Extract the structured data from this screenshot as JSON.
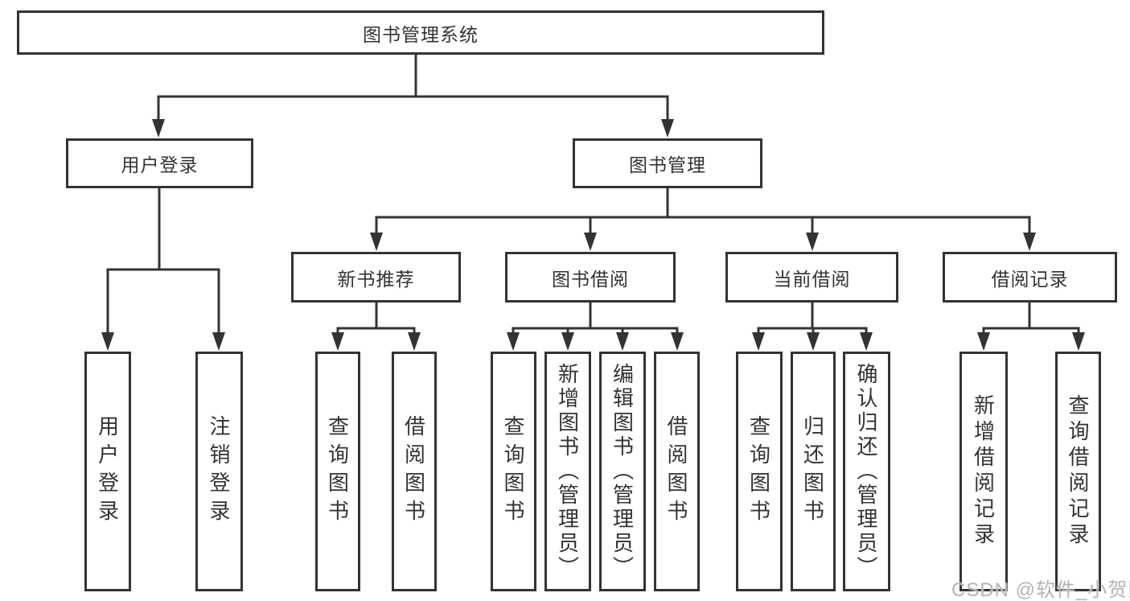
{
  "colors": {
    "line": "#333333",
    "box_border": "#333333",
    "box_background": "#ffffff",
    "text": "#333333",
    "watermark": "#b3b3b3",
    "page_background": "#ffffff"
  },
  "watermark": {
    "text": "CSDN @软件_小贺同学"
  },
  "nodes": {
    "root": {
      "label": "图书管理系统"
    },
    "user_login": {
      "label": "用户登录"
    },
    "book_mgmt": {
      "label": "图书管理"
    },
    "login": {
      "label": "用户登录"
    },
    "logout": {
      "label": "注销登录"
    },
    "new_book_rec": {
      "label": "新书推荐"
    },
    "book_borrow": {
      "label": "图书借阅"
    },
    "current_borrow": {
      "label": "当前借阅"
    },
    "borrow_record": {
      "label": "借阅记录"
    },
    "nbr_query": {
      "label": "查询图书"
    },
    "nbr_borrow": {
      "label": "借阅图书"
    },
    "bb_query": {
      "label": "查询图书"
    },
    "bb_add": {
      "label": "新增图书（管理员）"
    },
    "bb_edit": {
      "label": "编辑图书（管理员）"
    },
    "bb_borrow": {
      "label": "借阅图书"
    },
    "cb_query": {
      "label": "查询图书"
    },
    "cb_return": {
      "label": "归还图书"
    },
    "cb_confirm": {
      "label": "确认归还（管理员）"
    },
    "br_add": {
      "label": "新增借阅记录"
    },
    "br_query": {
      "label": "查询借阅记录"
    }
  }
}
